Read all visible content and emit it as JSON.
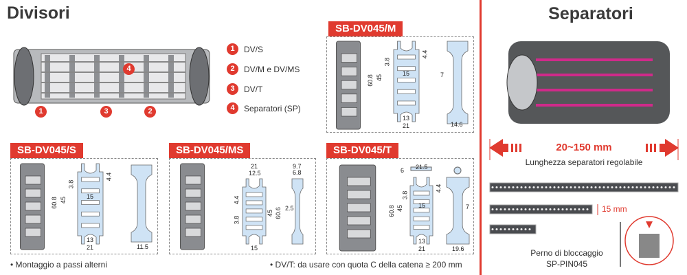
{
  "left": {
    "title": "Divisori",
    "markers": [
      "1",
      "3",
      "2",
      "4"
    ],
    "legend": [
      {
        "num": "1",
        "text": "DV/S"
      },
      {
        "num": "2",
        "text": "DV/M e DV/MS"
      },
      {
        "num": "3",
        "text": "DV/T"
      },
      {
        "num": "4",
        "text": "Separatori (SP)"
      }
    ],
    "panels": {
      "m": {
        "label": "SB-DV045/M",
        "dims": [
          "60.8",
          "45",
          "3.8",
          "4.4",
          "15",
          "13",
          "21",
          "7",
          "14.6"
        ]
      },
      "s": {
        "label": "SB-DV045/S",
        "dims": [
          "60.8",
          "45",
          "3.8",
          "4.4",
          "15",
          "13",
          "21",
          "11.5"
        ]
      },
      "ms": {
        "label": "SB-DV045/MS",
        "dims": [
          "21",
          "12.5",
          "4.4",
          "3.8",
          "45",
          "60.6",
          "15",
          "9.7",
          "6.8",
          "2.5"
        ]
      },
      "t": {
        "label": "SB-DV045/T",
        "dims": [
          "21.5",
          "6",
          "60.8",
          "45",
          "3.8",
          "4.4",
          "15",
          "13",
          "21",
          "7",
          "19.6"
        ]
      }
    },
    "notes": [
      "• Montaggio a passi alterni",
      "• DV/T: da usare con quota C della catena ≥ 200 mm"
    ]
  },
  "right": {
    "title": "Separatori",
    "range": "20~150 mm",
    "range_caption": "Lunghezza separatori regolabile",
    "height": "15 mm",
    "pin_name": "Perno di bloccaggio",
    "pin_code": "SP-PIN045"
  },
  "colors": {
    "accent": "#e03a2f",
    "spacer_fill": "#cfe3f5"
  }
}
